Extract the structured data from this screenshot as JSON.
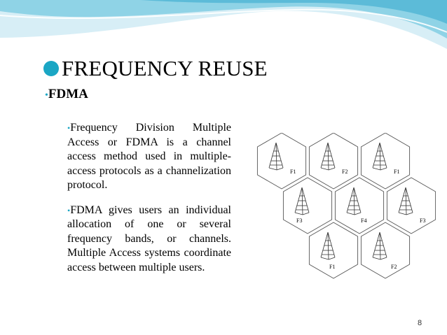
{
  "slide": {
    "title": "FREQUENCY REUSE",
    "subheading": "FDMA",
    "bullet_glyph": "•",
    "paragraphs": [
      "Frequency Division Multiple Access or FDMA is a channel access method used in multiple-access protocols as a channelization protocol.",
      "FDMA gives users an individual allocation of one or several frequency bands, or channels. Multiple Access systems coordinate access between multiple users."
    ],
    "page_number": "8"
  },
  "diagram": {
    "cells": [
      {
        "label": "F1"
      },
      {
        "label": "F2"
      },
      {
        "label": "F1"
      },
      {
        "label": "F3"
      },
      {
        "label": "F4"
      },
      {
        "label": "F3"
      },
      {
        "label": "F1"
      },
      {
        "label": "F2"
      }
    ]
  },
  "colors": {
    "accent": "#1aa6c4",
    "wave_light": "#d7eef6",
    "wave_mid": "#8fd3e6",
    "wave_dark": "#4fb5d4"
  }
}
